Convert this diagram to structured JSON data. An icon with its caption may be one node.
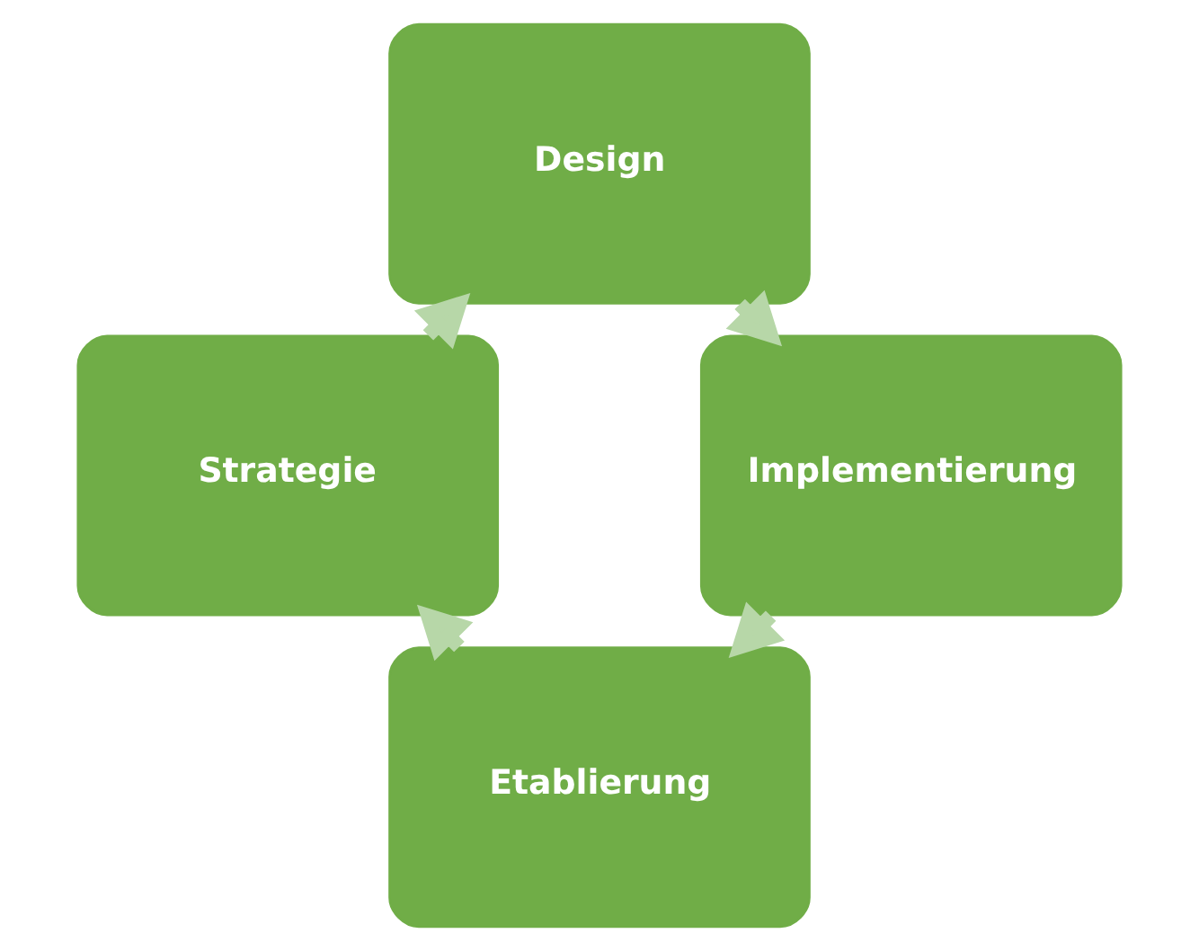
{
  "diagram": {
    "nodes": [
      {
        "text": [
          "Etablierung"
        ]
      },
      {
        "text": [
          "Strategie"
        ]
      },
      {
        "text": [
          "Design"
        ]
      },
      {
        "text": [
          "Implementierung"
        ]
      }
    ],
    "edges": [
      {
        "from": 0,
        "to": 1,
        "arrow": "to"
      },
      {
        "from": 1,
        "to": 2,
        "arrow": "to"
      },
      {
        "from": 2,
        "to": 3,
        "arrow": "to"
      },
      {
        "from": 3,
        "to": 0,
        "arrow": "to"
      }
    ]
  }
}
